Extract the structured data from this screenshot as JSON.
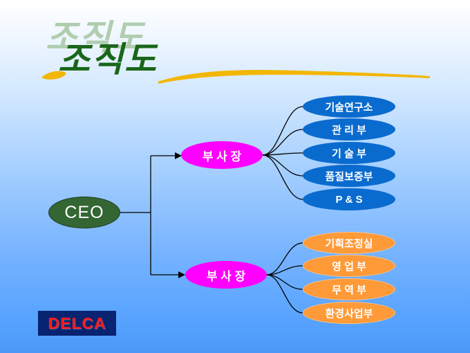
{
  "title": {
    "text": "조직도"
  },
  "org": {
    "ceo": {
      "label": "CEO"
    },
    "vp_top": {
      "label": "부 사 장"
    },
    "vp_bottom": {
      "label": "부 사 장"
    },
    "blue_departments": [
      {
        "label": "기술연구소"
      },
      {
        "label": "관 리 부"
      },
      {
        "label": "기 술 부"
      },
      {
        "label": "품질보증부"
      },
      {
        "label": "P & S"
      }
    ],
    "orange_departments": [
      {
        "label": "기획조정실"
      },
      {
        "label": "영 업 부"
      },
      {
        "label": "무 역 부"
      },
      {
        "label": "환경사업부"
      }
    ]
  },
  "footer": {
    "logo": "DELCA"
  },
  "colors": {
    "ceo_fill": "#336633",
    "vp_fill": "#ff00ff",
    "blue_fill": "#0a6bce",
    "orange_fill": "#ff9a38",
    "logo_bg": "#082370",
    "logo_text": "#ff1a1a",
    "title_main": "#1a661a",
    "title_ghost": "#b0cdb0",
    "brush": "#f2b705",
    "connector": "#000000"
  }
}
